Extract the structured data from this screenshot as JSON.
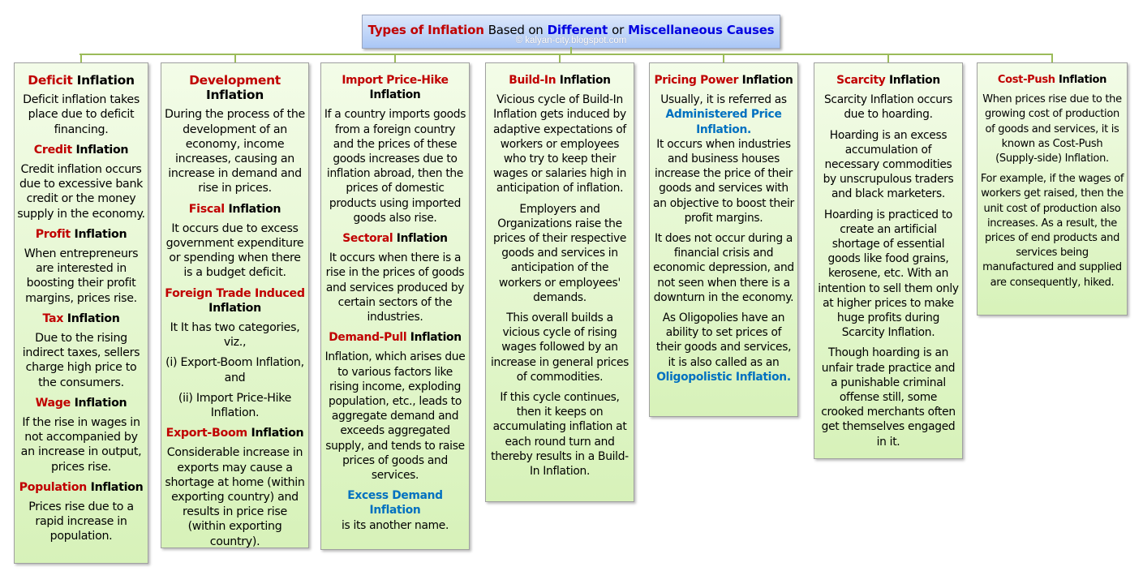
{
  "title": {
    "part1": "Types of Inflation",
    "part2": "Based on",
    "part3": "Different",
    "part4": "or",
    "part5": "Miscellaneous Causes",
    "watermark": "© kalyan-city.blogspot.com"
  },
  "colors": {
    "heading_red": "#c00000",
    "highlight_blue": "#0070c0",
    "connector": "#9bbb59"
  },
  "columns": [
    {
      "blocks": [
        {
          "h": [
            "Deficit",
            "Inflation"
          ]
        },
        {
          "p": "Deficit inflation takes place due to deficit financing."
        },
        {
          "h": [
            "Credit",
            "Inflation"
          ]
        },
        {
          "p": "Credit inflation occurs due to excessive bank credit or the money supply in the economy."
        },
        {
          "h": [
            "Profit",
            "Inflation"
          ]
        },
        {
          "p": "When entrepreneurs are interested in boosting their profit margins, prices rise."
        },
        {
          "h": [
            "Tax",
            "Inflation"
          ]
        },
        {
          "p": "Due to the rising indirect taxes, sellers charge high price to the consumers."
        },
        {
          "h": [
            "Wage",
            "Inflation"
          ]
        },
        {
          "p": "If the rise in wages in not accompanied by an increase in output, prices rise."
        },
        {
          "h": [
            "Population",
            "Inflation"
          ]
        },
        {
          "p": "Prices rise due to a rapid increase in population."
        }
      ]
    },
    {
      "blocks": [
        {
          "h": [
            "Development",
            "Inflation"
          ]
        },
        {
          "p": "During the process of the development of an economy, income increases, causing an increase in demand and rise in prices."
        },
        {
          "h": [
            "Fiscal",
            "Inflation"
          ]
        },
        {
          "p": "It occurs due to excess government expenditure or spending when there is a budget deficit."
        },
        {
          "h": [
            "Foreign Trade Induced",
            "Inflation"
          ]
        },
        {
          "p": "It It has two categories, viz.,"
        },
        {
          "p": "(i) Export-Boom Inflation, and"
        },
        {
          "p": "(ii) Import Price-Hike Inflation."
        },
        {
          "h": [
            "Export-Boom",
            "Inflation"
          ]
        },
        {
          "p": "Considerable increase in exports may cause a shortage at home (within exporting country) and results in price rise (within exporting country)."
        }
      ]
    },
    {
      "blocks": [
        {
          "h": [
            "Import Price-Hike",
            "Inflation"
          ]
        },
        {
          "p": "If a country imports goods from a foreign country and the prices of these goods increases due to inflation abroad, then the prices of domestic products using imported goods also rise."
        },
        {
          "h": [
            "Sectoral",
            "Inflation"
          ]
        },
        {
          "p": "It occurs when there is a rise in the prices of goods and services produced by certain sectors of the industries."
        },
        {
          "h": [
            "Demand-Pull",
            "Inflation"
          ]
        },
        {
          "p": "Inflation, which arises due to various factors like rising income, exploding population, etc., leads to aggregate demand and exceeds aggregated supply, and tends to raise prices of goods and services."
        },
        {
          "hl": "Excess Demand Inflation"
        },
        {
          "p": "is its another name."
        }
      ]
    },
    {
      "blocks": [
        {
          "h": [
            "Build-In",
            "Inflation"
          ]
        },
        {
          "p": "Vicious cycle of Build-In Inflation gets induced by adaptive expectations of workers or employees who try to keep their wages or salaries high in anticipation of inflation."
        },
        {
          "p": "Employers and Organizations raise the prices of their respective goods and services in anticipation of the workers or employees' demands."
        },
        {
          "p": "This overall builds a vicious cycle of rising wages followed by an increase in general prices of commodities."
        },
        {
          "p": "If this cycle continues, then it keeps on accumulating inflation at each round turn and thereby results in a Build-In Inflation."
        }
      ]
    },
    {
      "blocks": [
        {
          "h": [
            "Pricing Power",
            "Inflation"
          ]
        },
        {
          "p": "Usually, it is referred as"
        },
        {
          "hl": "Administered Price Inflation."
        },
        {
          "p": "It occurs when industries and business houses increase the price of their goods and services with an objective to boost their profit margins."
        },
        {
          "p": "It does not occur during a financial crisis and economic depression, and not seen when there is a downturn in the economy."
        },
        {
          "p": "As Oligopolies have an ability to set prices of their goods and services, it is also called as an"
        },
        {
          "hl": "Oligopolistic Inflation."
        }
      ]
    },
    {
      "blocks": [
        {
          "h": [
            "Scarcity",
            "Inflation"
          ]
        },
        {
          "p": "Scarcity Inflation occurs due to hoarding."
        },
        {
          "p": "Hoarding is an excess accumulation of necessary commodities by unscrupulous traders and black marketers."
        },
        {
          "p": "Hoarding  is practiced to create an artificial shortage of essential goods like food grains, kerosene, etc. With an intention to sell them only at higher prices to make huge profits during Scarcity Inflation."
        },
        {
          "p": "Though hoarding is an unfair trade practice and a punishable criminal offense still, some crooked merchants often get themselves engaged in it."
        }
      ]
    },
    {
      "blocks": [
        {
          "h": [
            "Cost-Push",
            "Inflation"
          ]
        },
        {
          "p": "When prices rise due to the growing cost of production of goods and services, it is known as Cost-Push (Supply-side) Inflation."
        },
        {
          "p": "For example, if the wages of workers get raised, then the unit cost of production also increases. As a result, the prices of end products and services being manufactured and supplied are consequently, hiked."
        }
      ]
    }
  ]
}
